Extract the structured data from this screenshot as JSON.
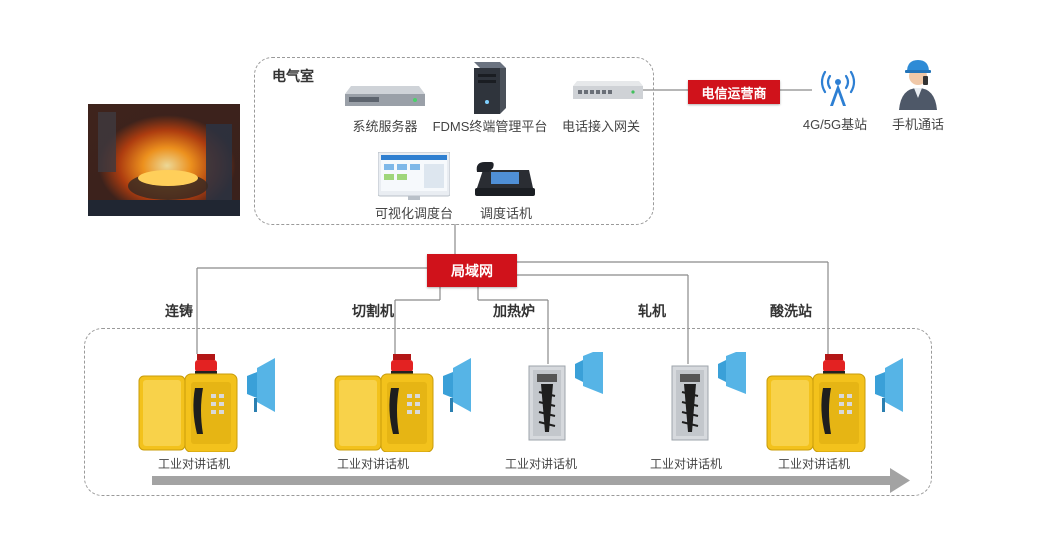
{
  "electrical_room": {
    "title": "电气室",
    "devices": {
      "server": "系统服务器",
      "fdms": "FDMS终端管理平台",
      "gateway": "电话接入网关",
      "console": "可视化调度台",
      "dispatch_phone": "调度话机"
    }
  },
  "carrier": {
    "label": "电信运营商",
    "base_station": "4G/5G基站",
    "mobile": "手机通话"
  },
  "lan": {
    "label": "局域网"
  },
  "stations": [
    {
      "name": "连铸",
      "phone": "工业对讲话机",
      "kind": "box"
    },
    {
      "name": "切割机",
      "phone": "工业对讲话机",
      "kind": "box"
    },
    {
      "name": "加热炉",
      "phone": "工业对讲话机",
      "kind": "column"
    },
    {
      "name": "轧机",
      "phone": "工业对讲话机",
      "kind": "column"
    },
    {
      "name": "酸洗站",
      "phone": "工业对讲话机",
      "kind": "box"
    }
  ],
  "colors": {
    "accent_red": "#d0121b",
    "phone_yellow": "#f3c21c",
    "speaker_blue": "#3aa0d8",
    "line_gray": "#8a8a8a"
  }
}
